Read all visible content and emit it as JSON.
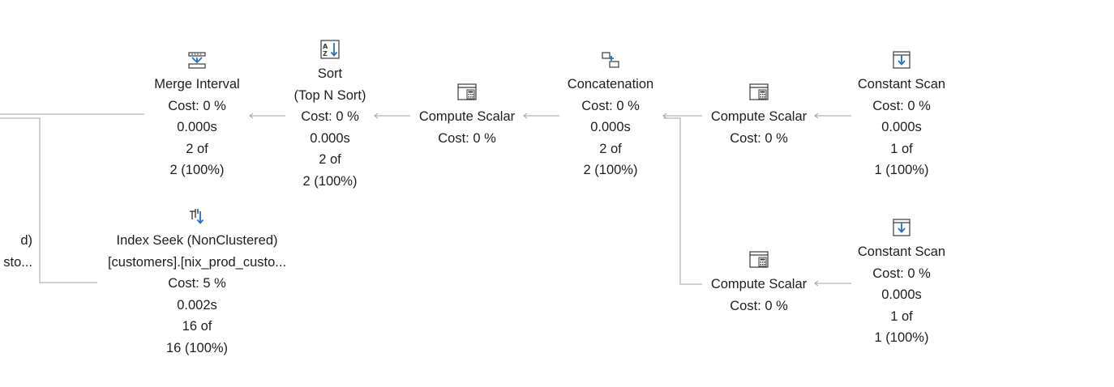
{
  "operators": {
    "partial_left": {
      "lines": [
        "d)",
        "sto..."
      ]
    },
    "merge_interval": {
      "icon": "merge-interval-icon",
      "lines": [
        "Merge Interval",
        "Cost: 0 %",
        "0.000s",
        "2 of",
        "2 (100%)"
      ]
    },
    "sort": {
      "icon": "sort-icon",
      "lines": [
        "Sort",
        "(Top N Sort)",
        "Cost: 0 %",
        "0.000s",
        "2 of",
        "2 (100%)"
      ]
    },
    "compute_scalar_1": {
      "icon": "compute-scalar-icon",
      "lines": [
        "Compute Scalar",
        "Cost: 0 %"
      ]
    },
    "concatenation": {
      "icon": "concatenation-icon",
      "lines": [
        "Concatenation",
        "Cost: 0 %",
        "0.000s",
        "2 of",
        "2 (100%)"
      ]
    },
    "compute_scalar_2": {
      "icon": "compute-scalar-icon",
      "lines": [
        "Compute Scalar",
        "Cost: 0 %"
      ]
    },
    "constant_scan_1": {
      "icon": "constant-scan-icon",
      "lines": [
        "Constant Scan",
        "Cost: 0 %",
        "0.000s",
        "1 of",
        "1 (100%)"
      ]
    },
    "index_seek": {
      "icon": "index-seek-icon",
      "lines": [
        "Index Seek (NonClustered)",
        "[customers].[nix_prod_custo...",
        "Cost: 5 %",
        "0.002s",
        "16 of",
        "16 (100%)"
      ]
    },
    "compute_scalar_3": {
      "icon": "compute-scalar-icon",
      "lines": [
        "Compute Scalar",
        "Cost: 0 %"
      ]
    },
    "constant_scan_2": {
      "icon": "constant-scan-icon",
      "lines": [
        "Constant Scan",
        "Cost: 0 %",
        "0.000s",
        "1 of",
        "1 (100%)"
      ]
    }
  },
  "colors": {
    "icon_blue": "#1f73c7",
    "icon_dark": "#3a3a3a",
    "connector": "#a0a0a0",
    "text": "#1e1e1e"
  }
}
